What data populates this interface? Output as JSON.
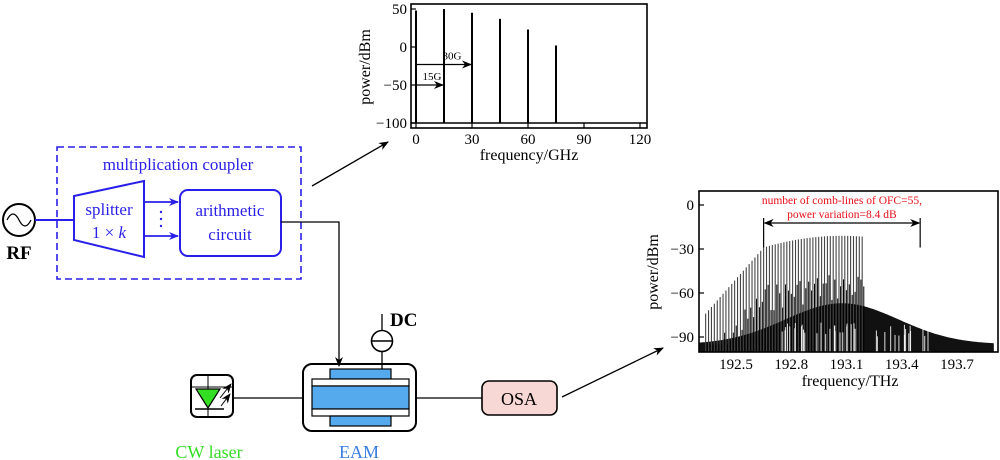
{
  "diagram": {
    "rf_label": "RF",
    "coupler_title": "multiplication coupler",
    "splitter_label_1": "splitter",
    "splitter_label_2": "1 × k",
    "splitter_k": "k",
    "splitter_prefix": "1 × ",
    "arith_label_1": "arithmetic",
    "arith_label_2": "circuit",
    "dc_label": "DC",
    "cw_label": "CW laser",
    "eam_label": "EAM",
    "osa_label": "OSA",
    "colors": {
      "coupler_blue": "#2a1fe8",
      "laser_green": "#33dd22",
      "eam_blue": "#55aaee",
      "osa_fill": "#f8d8d4",
      "annotation_red": "#e8101a"
    }
  },
  "chart_data": [
    {
      "type": "bar",
      "title": "",
      "xlabel": "frequency/GHz",
      "ylabel": "power/dBm",
      "xlim": [
        0,
        125
      ],
      "ylim": [
        -100,
        55
      ],
      "xticks": [
        0,
        30,
        60,
        90,
        120
      ],
      "yticks": [
        50,
        0,
        -50,
        -100
      ],
      "x": [
        0,
        15,
        30,
        45,
        60,
        75
      ],
      "values": [
        48,
        50,
        45,
        37,
        23,
        2
      ],
      "annotations": [
        {
          "text": "15G",
          "from_x": 0,
          "to_x": 15,
          "y": -50
        },
        {
          "text": "30G",
          "from_x": 0,
          "to_x": 30,
          "y": -23
        }
      ]
    },
    {
      "type": "line",
      "title": "",
      "xlabel": "frequency/THz",
      "ylabel": "power/dBm",
      "xlim": [
        192.3,
        193.9
      ],
      "ylim": [
        -97,
        8
      ],
      "xticks": [
        192.5,
        192.8,
        193.1,
        193.4,
        193.7
      ],
      "yticks": [
        0,
        -30,
        -60,
        -90
      ],
      "comb_lines": 55,
      "comb_range_thz": [
        192.65,
        193.5
      ],
      "envelope_peak_dbm": -21,
      "envelope_edge_dbm": -29,
      "noise_floor_dbm": -95,
      "annotation_line1": "number of comb-lines of OFC=55,",
      "annotation_line2": "power variation=8.4 dB"
    }
  ]
}
